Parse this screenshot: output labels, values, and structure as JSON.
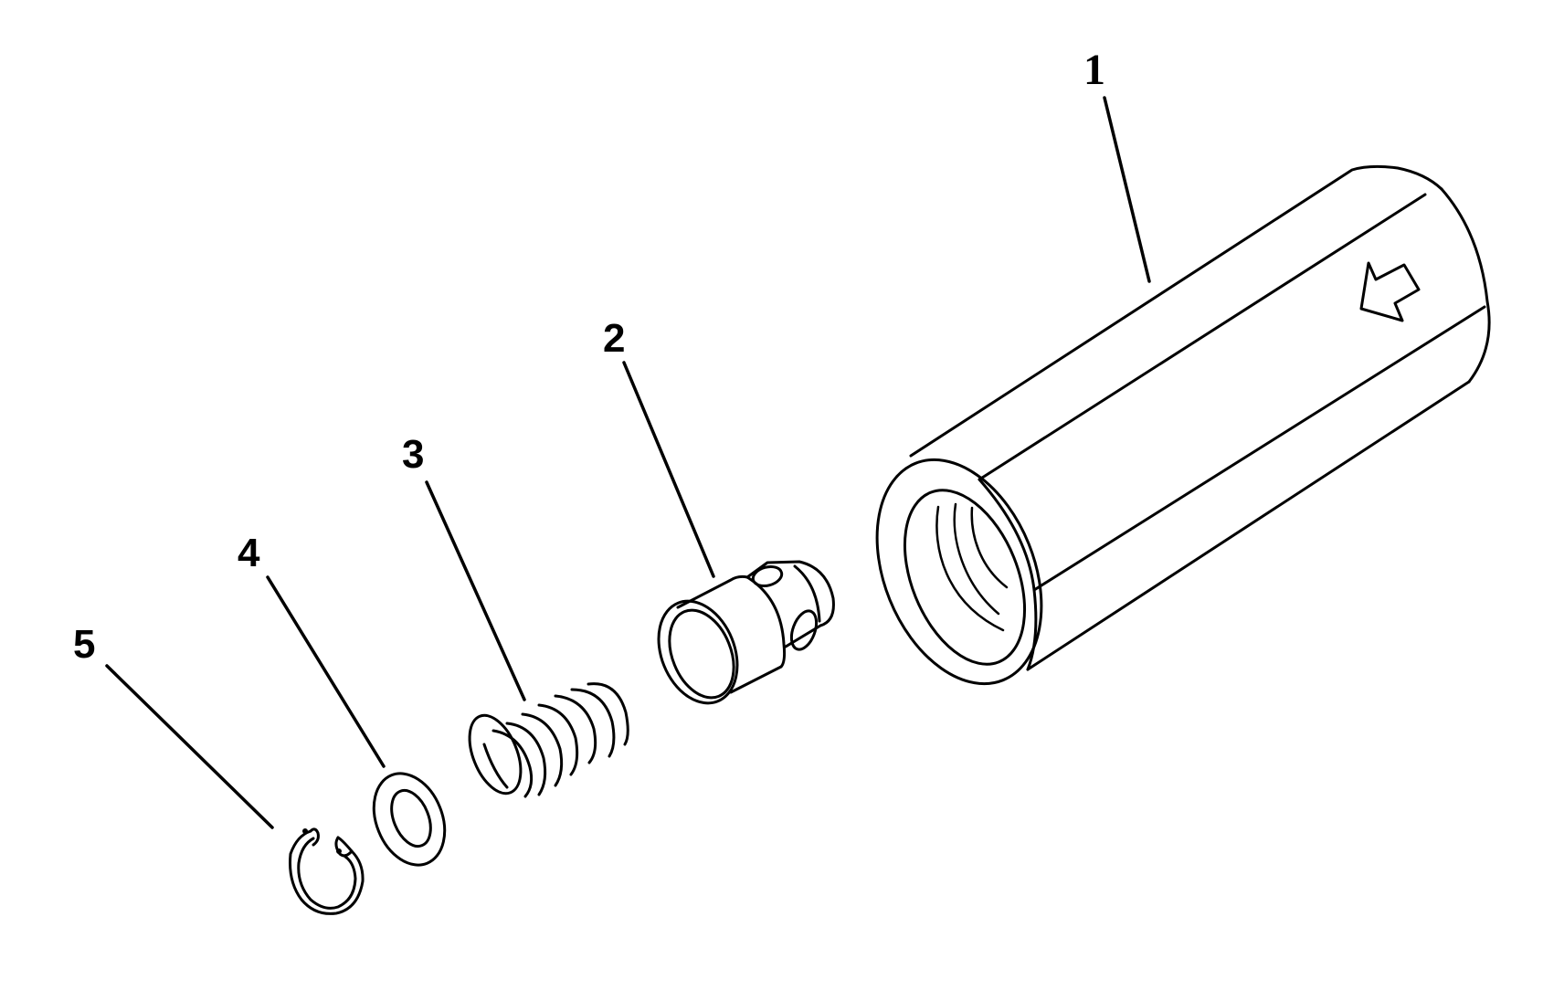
{
  "diagram": {
    "type": "exploded-parts-view",
    "background": "#ffffff",
    "line_color": "#000000",
    "parts": [
      {
        "number": "1",
        "label": "1",
        "description": "cylindrical housing with internal thread and flow-direction arrow"
      },
      {
        "number": "2",
        "label": "2",
        "description": "valve poppet / plunger with side holes"
      },
      {
        "number": "3",
        "label": "3",
        "description": "coil spring"
      },
      {
        "number": "4",
        "label": "4",
        "description": "flat washer"
      },
      {
        "number": "5",
        "label": "5",
        "description": "internal snap ring (circlip)"
      }
    ],
    "icons": {
      "flow_arrow": "arrow-down-left-icon"
    }
  }
}
